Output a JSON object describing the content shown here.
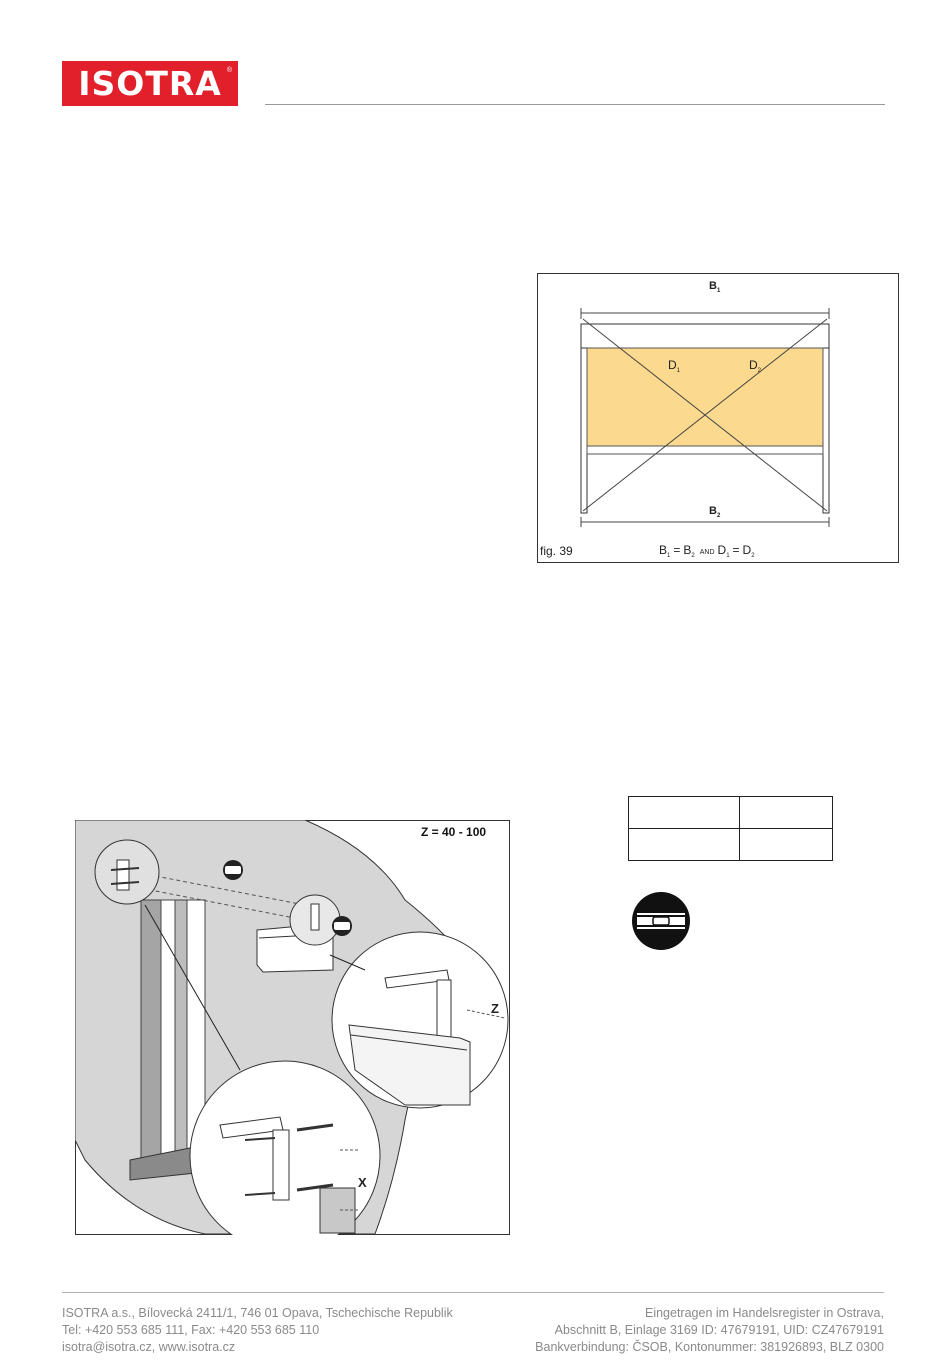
{
  "header": {
    "logo_text": "ISOTRA",
    "logo_reg": "®",
    "brand_red": "#e2202b"
  },
  "figure39": {
    "label_b1_main": "B",
    "label_b1_sub": "1",
    "label_b2_main": "B",
    "label_b2_sub": "2",
    "label_d1_main": "D",
    "label_d1_sub": "1",
    "label_d2_main": "D",
    "label_d2_sub": "2",
    "caption": "fig. 39",
    "formula": {
      "b1": "B",
      "b1_sub": "1",
      "eq1": "=",
      "b2": "B",
      "b2_sub": "2",
      "and": "AND",
      "d1": "D",
      "d1_sub": "1",
      "eq2": "=",
      "d2": "D",
      "d2_sub": "2"
    },
    "fill_color": "#fbd98e"
  },
  "mount_figure": {
    "z_range": "Z = 40 - 100",
    "label_z": "Z",
    "label_x": "X"
  },
  "small_table": {
    "rows": [
      [
        "",
        ""
      ],
      [
        "",
        ""
      ]
    ]
  },
  "footer": {
    "left_lines": [
      "ISOTRA a.s., Bílovecká 2411/1, 746 01 Opava, Tschechische Republik",
      "Tel: +420 553 685 111, Fax: +420 553 685 110",
      "isotra@isotra.cz, www.isotra.cz"
    ],
    "right_lines": [
      "Eingetragen im Handelsregister in Ostrava,",
      "Abschnitt B, Einlage 3169 ID: 47679191, UID: CZ47679191",
      "Bankverbindung: ČSOB, Kontonummer: 381926893, BLZ 0300"
    ]
  }
}
